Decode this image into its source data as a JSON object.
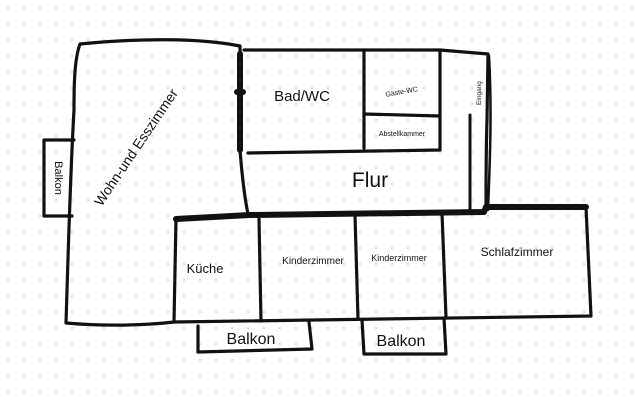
{
  "plan": {
    "rooms": {
      "living": "Wohn-und Esszimmer",
      "bath": "Bad/WC",
      "guest_wc": "Gäste-WC",
      "storage": "Abstellkammer",
      "entrance": "Eingang",
      "hall": "Flur",
      "kitchen": "Küche",
      "kids1": "Kinderzimmer",
      "kids2": "Kinderzimmer",
      "bedroom": "Schlafzimmer"
    },
    "balconies": {
      "left": "Balkon",
      "bottom_left": "Balkon",
      "bottom_right": "Balkon"
    }
  }
}
